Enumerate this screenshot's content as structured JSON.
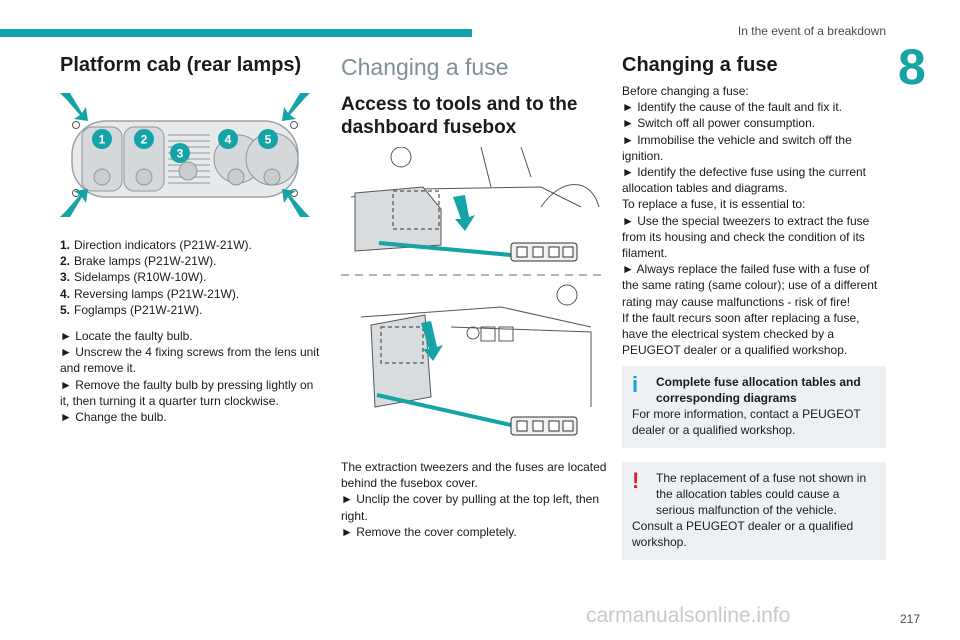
{
  "header": {
    "running_head": "In the event of a breakdown",
    "chapter_number": "8",
    "accent_color": "#14a3a6"
  },
  "col1": {
    "title": "Platform cab (rear lamps)",
    "bulbs": [
      {
        "num": "1.",
        "text": "Direction indicators (P21W-21W)."
      },
      {
        "num": "2.",
        "text": "Brake lamps (P21W-21W)."
      },
      {
        "num": "3.",
        "text": "Sidelamps (R10W-10W)."
      },
      {
        "num": "4.",
        "text": "Reversing lamps (P21W-21W)."
      },
      {
        "num": "5.",
        "text": "Foglamps (P21W-21W)."
      }
    ],
    "lamp_labels": [
      "1",
      "2",
      "3",
      "4",
      "5"
    ],
    "steps": [
      "► Locate the faulty bulb.",
      "► Unscrew the 4 fixing screws from the lens unit and remove it.",
      "► Remove the faulty bulb by pressing lightly on it, then turning it a quarter turn clockwise.",
      "► Change the bulb."
    ]
  },
  "col2": {
    "title": "Changing a fuse",
    "subtitle": "Access to tools and to the dashboard fusebox",
    "paragraphs": [
      "The extraction tweezers and the fuses are located behind the fusebox cover.",
      "► Unclip the cover by pulling at the top left, then right.",
      "► Remove the cover completely."
    ]
  },
  "col3": {
    "title": "Changing a fuse",
    "lines": [
      "Before changing a fuse:",
      "► Identify the cause of the fault and fix it.",
      "► Switch off all power consumption.",
      "► Immobilise the vehicle and switch off the ignition.",
      "► Identify the defective fuse using the current allocation tables and diagrams.",
      "To replace a fuse, it is essential to:",
      "► Use the special tweezers to extract the fuse from its housing and check the condition of its filament.",
      "► Always replace the failed fuse with a fuse of the same rating (same colour); use of a different rating may cause malfunctions - risk of fire!",
      "If the fault recurs soon after replacing a fuse, have the electrical system checked by a PEUGEOT dealer or a qualified workshop."
    ],
    "info_note": {
      "icon": "info-icon",
      "color": "#1aa2d4",
      "heading": "Complete fuse allocation tables and corresponding diagrams",
      "text": "For more information, contact a PEUGEOT dealer or a qualified workshop."
    },
    "warning_note": {
      "icon": "warning-icon",
      "color": "#e0212b",
      "heading": "The replacement of a fuse not shown in the allocation tables could cause a serious malfunction of the vehicle.",
      "text": "Consult a PEUGEOT dealer or a qualified workshop."
    }
  },
  "footer": {
    "page_number": "217",
    "watermark": "carmanualsonline.info"
  }
}
